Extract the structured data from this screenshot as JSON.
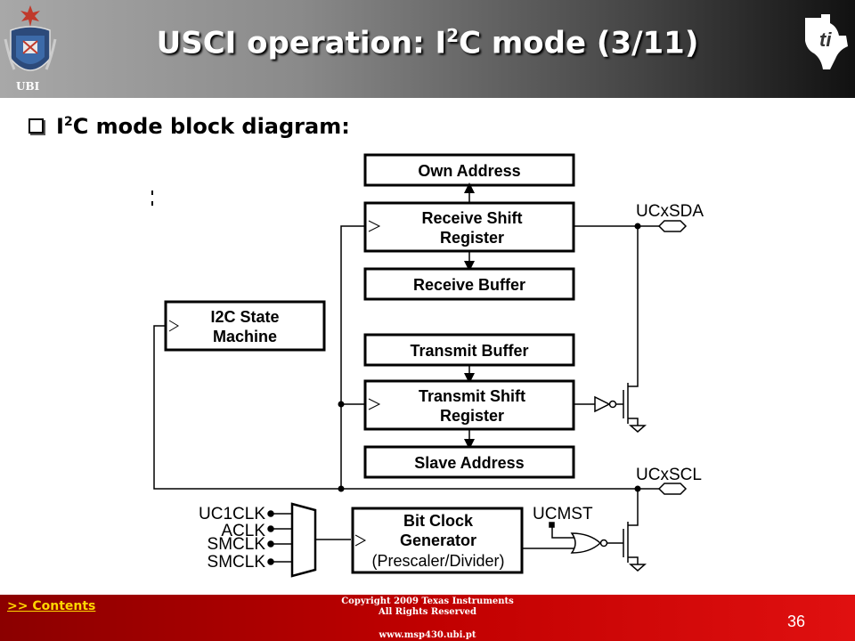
{
  "header": {
    "title_main": "USCI operation: I",
    "title_sup": "2",
    "title_rest": "C mode (3/11)",
    "ubi_label": "UBI"
  },
  "bullet": {
    "prefix": "I",
    "sup": "2",
    "text": "C mode block diagram:"
  },
  "diagram": {
    "blocks": {
      "own_address": "Own Address",
      "receive_shift_1": "Receive Shift",
      "receive_shift_2": "Register",
      "receive_buffer": "Receive Buffer",
      "state_machine_1": "I2C State",
      "state_machine_2": "Machine",
      "transmit_buffer": "Transmit Buffer",
      "transmit_shift_1": "Transmit Shift",
      "transmit_shift_2": "Register",
      "slave_address": "Slave Address",
      "bitclock_1": "Bit Clock",
      "bitclock_2": "Generator",
      "bitclock_3": "(Prescaler/Divider)"
    },
    "pins": {
      "sda": "UCxSDA",
      "scl": "UCxSCL",
      "ucmst": "UCMST"
    },
    "clock_sources": [
      "UC1CLK",
      "ACLK",
      "SMCLK",
      "SMCLK"
    ]
  },
  "footer": {
    "contents_link": ">> Contents",
    "copyright_1": "Copyright  2009 Texas Instruments",
    "copyright_2": "All Rights Reserved",
    "website": "www.msp430.ubi.pt",
    "page_number": "36"
  }
}
